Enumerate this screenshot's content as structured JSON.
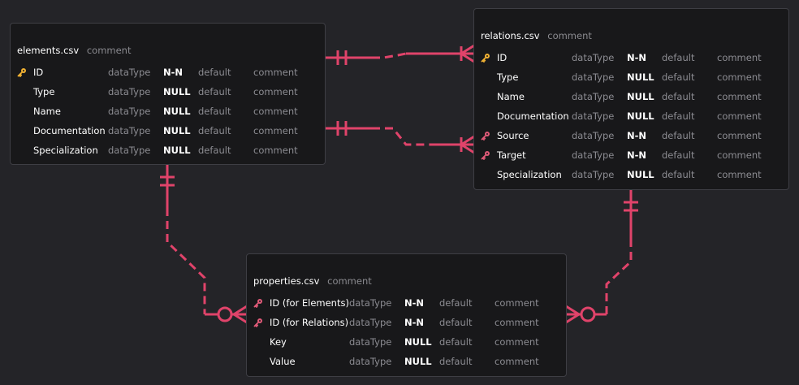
{
  "tables": {
    "elements": {
      "name": "elements.csv",
      "comment": "comment",
      "columns": [
        {
          "key": "primary",
          "name": "ID",
          "type": "dataType",
          "nullable": "N-N",
          "default": "default",
          "comment": "comment"
        },
        {
          "key": "",
          "name": "Type",
          "type": "dataType",
          "nullable": "NULL",
          "default": "default",
          "comment": "comment"
        },
        {
          "key": "",
          "name": "Name",
          "type": "dataType",
          "nullable": "NULL",
          "default": "default",
          "comment": "comment"
        },
        {
          "key": "",
          "name": "Documentation",
          "type": "dataType",
          "nullable": "NULL",
          "default": "default",
          "comment": "comment"
        },
        {
          "key": "",
          "name": "Specialization",
          "type": "dataType",
          "nullable": "NULL",
          "default": "default",
          "comment": "comment"
        }
      ]
    },
    "relations": {
      "name": "relations.csv",
      "comment": "comment",
      "columns": [
        {
          "key": "primary",
          "name": "ID",
          "type": "dataType",
          "nullable": "N-N",
          "default": "default",
          "comment": "comment"
        },
        {
          "key": "",
          "name": "Type",
          "type": "dataType",
          "nullable": "NULL",
          "default": "default",
          "comment": "comment"
        },
        {
          "key": "",
          "name": "Name",
          "type": "dataType",
          "nullable": "NULL",
          "default": "default",
          "comment": "comment"
        },
        {
          "key": "",
          "name": "Documentation",
          "type": "dataType",
          "nullable": "NULL",
          "default": "default",
          "comment": "comment"
        },
        {
          "key": "foreign",
          "name": "Source",
          "type": "dataType",
          "nullable": "N-N",
          "default": "default",
          "comment": "comment"
        },
        {
          "key": "foreign",
          "name": "Target",
          "type": "dataType",
          "nullable": "N-N",
          "default": "default",
          "comment": "comment"
        },
        {
          "key": "",
          "name": "Specialization",
          "type": "dataType",
          "nullable": "NULL",
          "default": "default",
          "comment": "comment"
        }
      ]
    },
    "properties": {
      "name": "properties.csv",
      "comment": "comment",
      "columns": [
        {
          "key": "foreign",
          "name": "ID (for Elements)",
          "type": "dataType",
          "nullable": "N-N",
          "default": "default",
          "comment": "comment"
        },
        {
          "key": "foreign",
          "name": "ID (for Relations)",
          "type": "dataType",
          "nullable": "N-N",
          "default": "default",
          "comment": "comment"
        },
        {
          "key": "",
          "name": "Key",
          "type": "dataType",
          "nullable": "NULL",
          "default": "default",
          "comment": "comment"
        },
        {
          "key": "",
          "name": "Value",
          "type": "dataType",
          "nullable": "NULL",
          "default": "default",
          "comment": "comment"
        }
      ]
    }
  },
  "relationships": [
    {
      "from": "elements.ID",
      "to": "relations.Source",
      "from_cardinality": "one-and-only-one",
      "to_cardinality": "one-or-many"
    },
    {
      "from": "elements.ID",
      "to": "relations.Target",
      "from_cardinality": "one-and-only-one",
      "to_cardinality": "one-or-many"
    },
    {
      "from": "elements.ID",
      "to": "properties.ID (for Elements)",
      "from_cardinality": "one-and-only-one",
      "to_cardinality": "zero-or-many"
    },
    {
      "from": "relations.ID",
      "to": "properties.ID (for Relations)",
      "from_cardinality": "one-and-only-one",
      "to_cardinality": "zero-or-many"
    }
  ],
  "colors": {
    "background": "#242428",
    "table_background": "#18181a",
    "connector": "#e0436a",
    "primary_key_icon": "#f2b233",
    "foreign_key_icon": "#e05a78"
  },
  "icons": {
    "primary": "key-icon",
    "foreign": "foreign-key-icon"
  }
}
